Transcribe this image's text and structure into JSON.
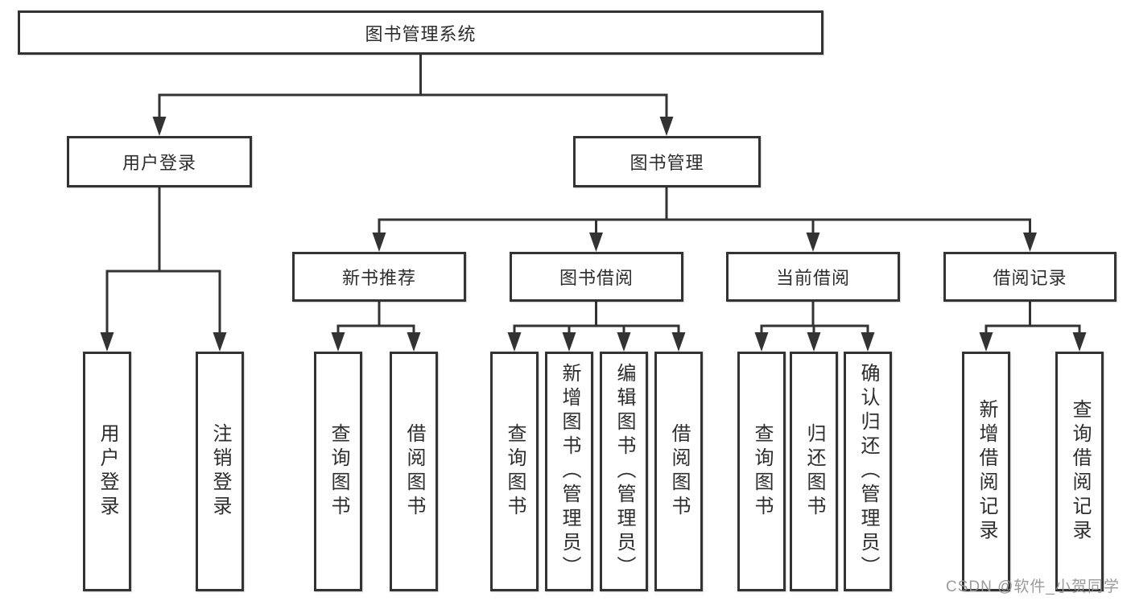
{
  "diagram": {
    "title": "图书管理系统",
    "tree": {
      "label": "图书管理系统",
      "children": [
        {
          "label": "用户登录",
          "children": [
            {
              "label": "用户登录"
            },
            {
              "label": "注销登录"
            }
          ]
        },
        {
          "label": "图书管理",
          "children": [
            {
              "label": "新书推荐",
              "children": [
                {
                  "label": "查询图书"
                },
                {
                  "label": "借阅图书"
                }
              ]
            },
            {
              "label": "图书借阅",
              "children": [
                {
                  "label": "查询图书"
                },
                {
                  "label": "新增图书（管理员）"
                },
                {
                  "label": "编辑图书（管理员）"
                },
                {
                  "label": "借阅图书"
                }
              ]
            },
            {
              "label": "当前借阅",
              "children": [
                {
                  "label": "查询图书"
                },
                {
                  "label": "归还图书"
                },
                {
                  "label": "确认归还（管理员）"
                }
              ]
            },
            {
              "label": "借阅记录",
              "children": [
                {
                  "label": "新增借阅记录"
                },
                {
                  "label": "查询借阅记录"
                }
              ]
            }
          ]
        }
      ]
    }
  },
  "watermark": {
    "text": "CSDN @软件_小贺同学"
  },
  "colors": {
    "line": "#333333",
    "box_border": "#333333",
    "text": "#2d2d2d",
    "background": "#ffffff",
    "watermark": "#919191"
  }
}
